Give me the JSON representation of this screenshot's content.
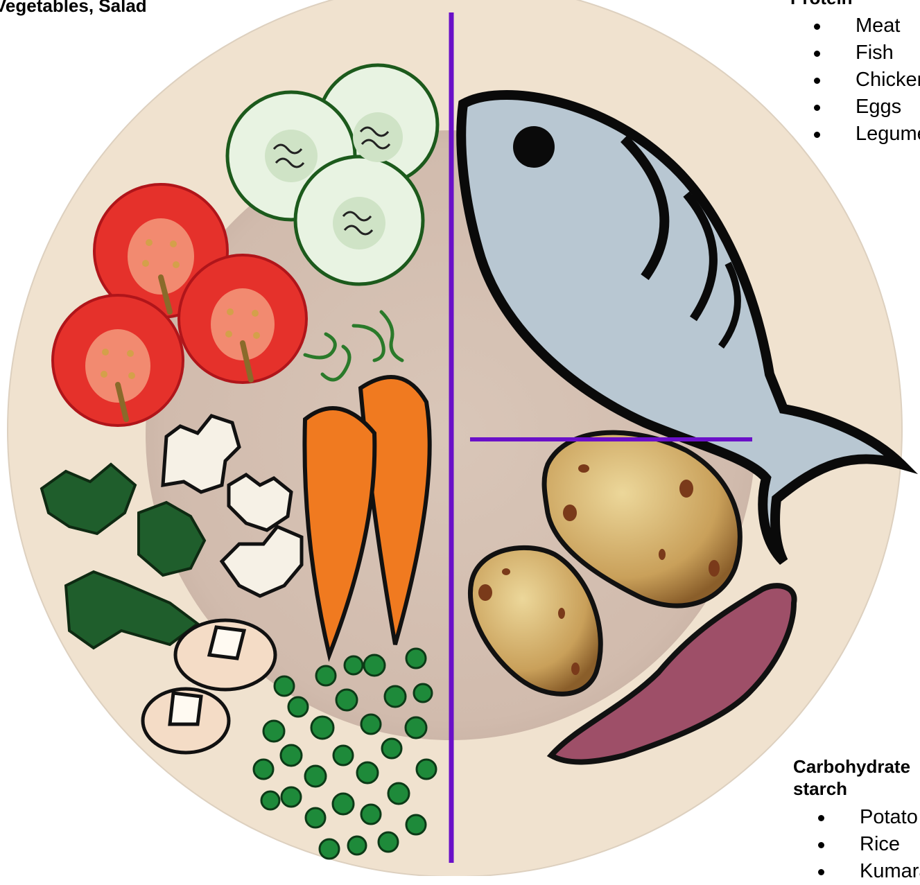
{
  "sections": {
    "vegetables": {
      "heading": "Vegetables, Salad"
    },
    "protein": {
      "heading": "Protein",
      "items": [
        "Meat",
        "Fish",
        "Chicken",
        "Eggs",
        "Legumes"
      ]
    },
    "carbohydrate": {
      "heading_line1": "Carbohydrate",
      "heading_line2": "starch",
      "items": [
        "Potato",
        "Rice",
        "Kumara"
      ]
    }
  },
  "colors": {
    "plate_rim": "#f0e2cf",
    "plate_center": "#d6c0b2",
    "divider": "#6a10c8",
    "fish": "#b8c7d2",
    "tomato": "#e5312b",
    "cucumber": "#e6f1e0",
    "carrot": "#f07a20",
    "peas": "#1e8a3a",
    "broccoli": "#1f5e2c",
    "potato": "#c59a52",
    "kumara": "#9e4f68"
  }
}
